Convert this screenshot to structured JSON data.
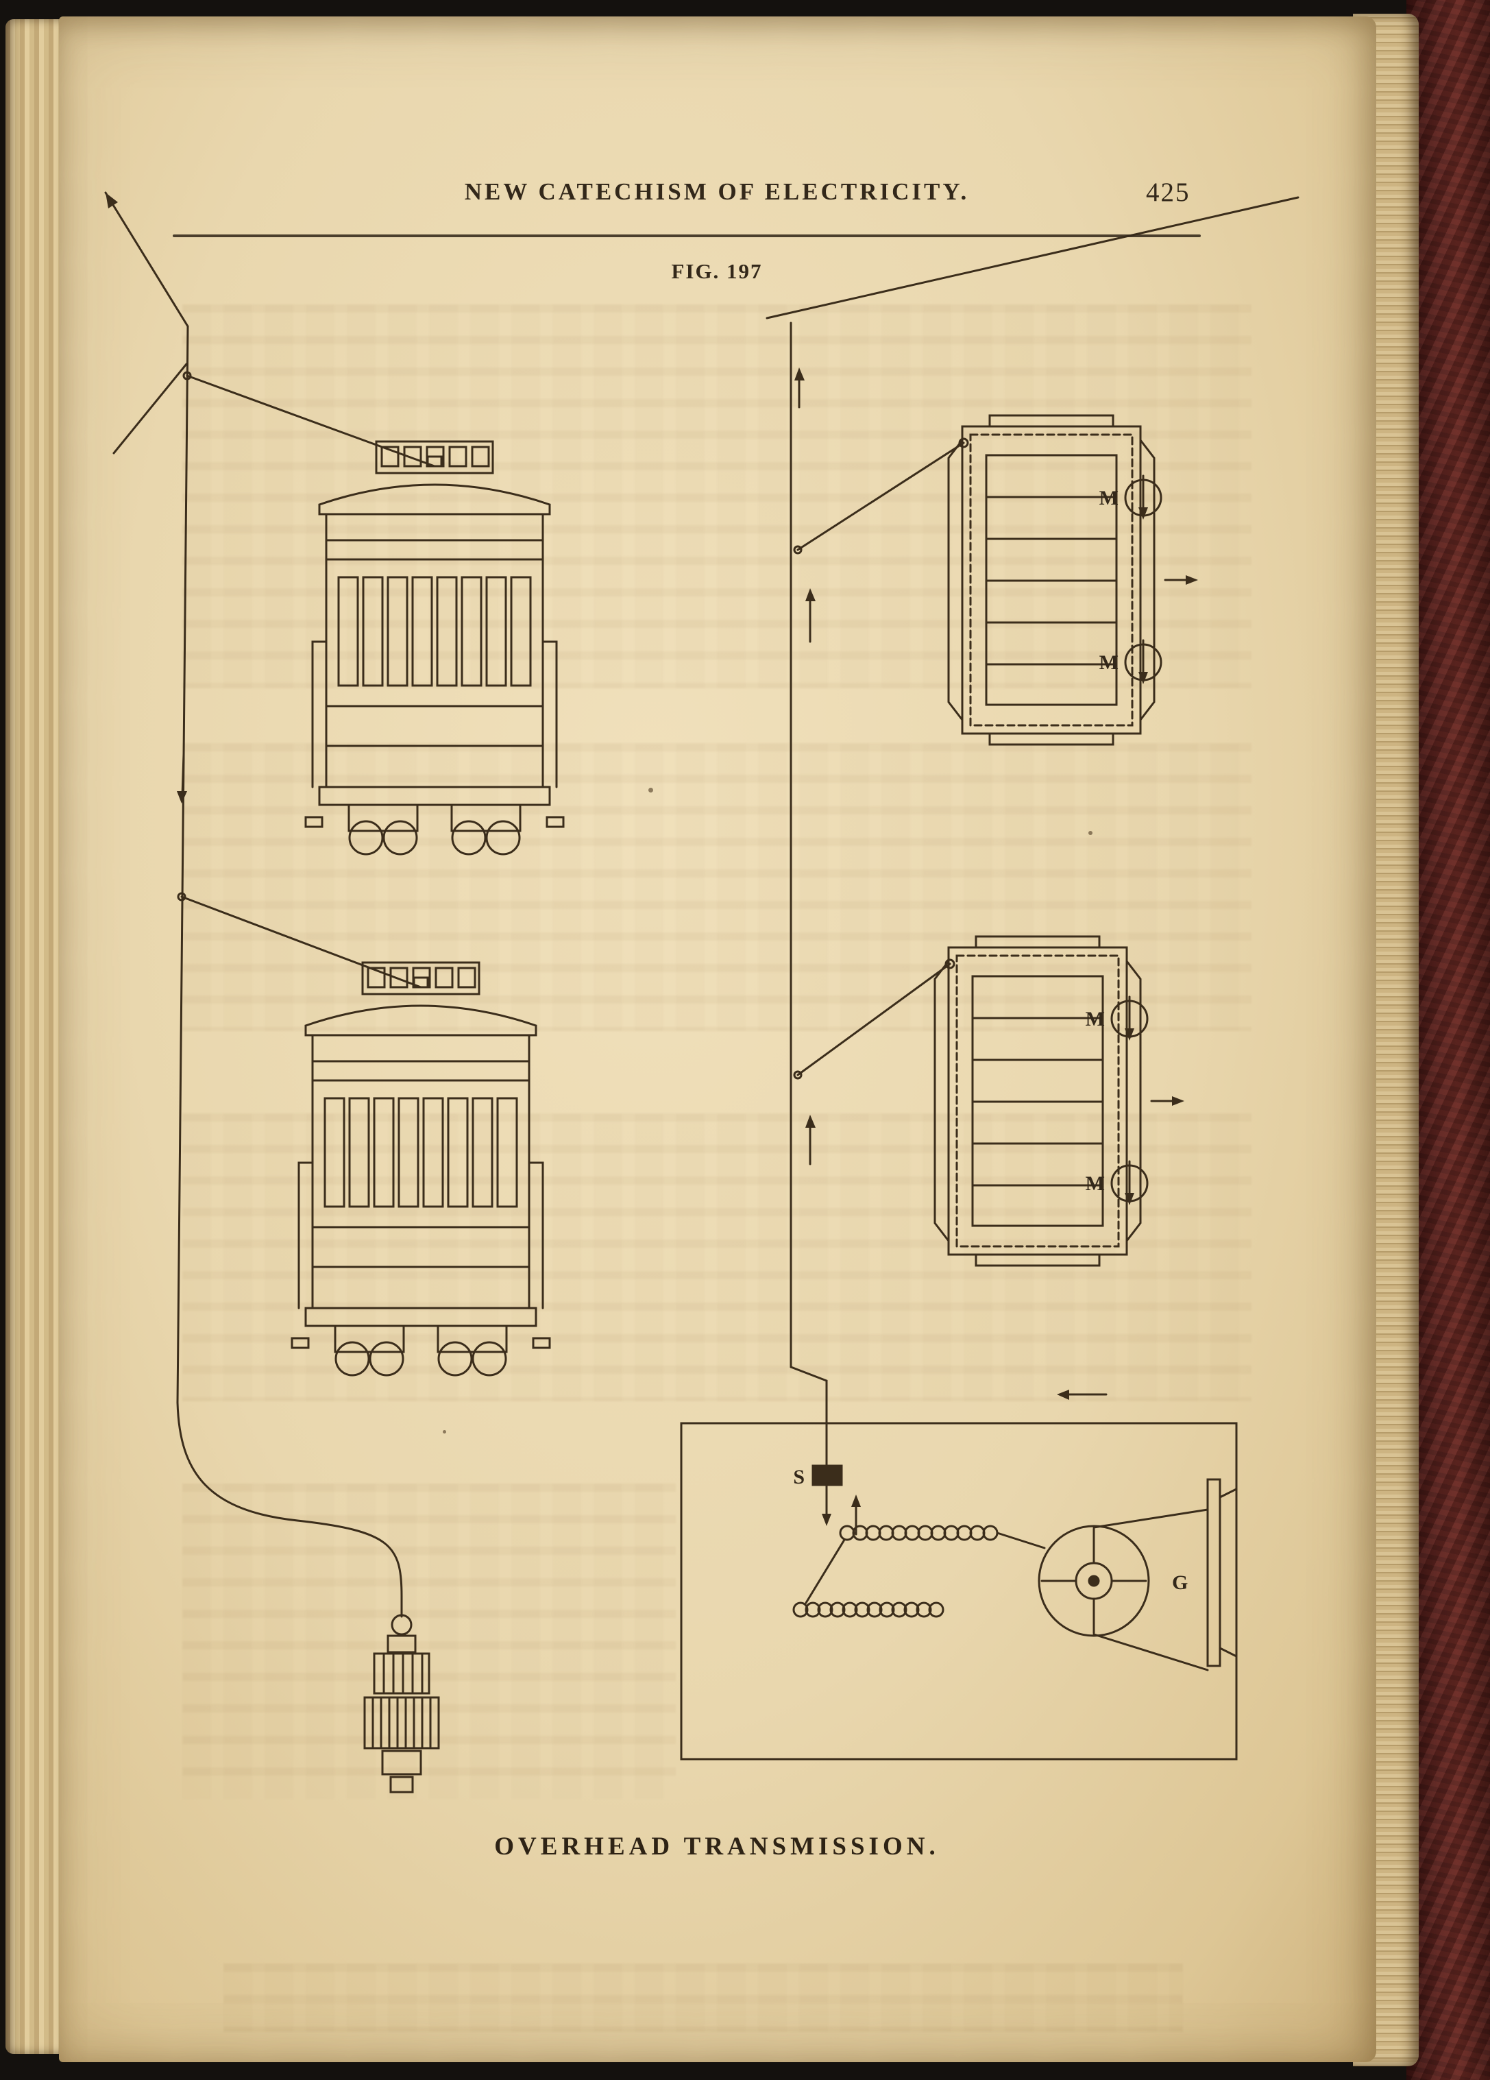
{
  "page": {
    "header_title": "NEW CATECHISM OF ELECTRICITY.",
    "page_number": "425",
    "figure_label": "FIG. 197",
    "caption": "OVERHEAD TRANSMISSION."
  },
  "figure": {
    "labels": {
      "motor_wheel": "M",
      "switch": "S",
      "generator": "G"
    }
  },
  "colors": {
    "paper": "#e9d7ae",
    "ink": "#3b2d1b",
    "cover_leather": "#5e2420",
    "backdrop": "#14110e"
  }
}
